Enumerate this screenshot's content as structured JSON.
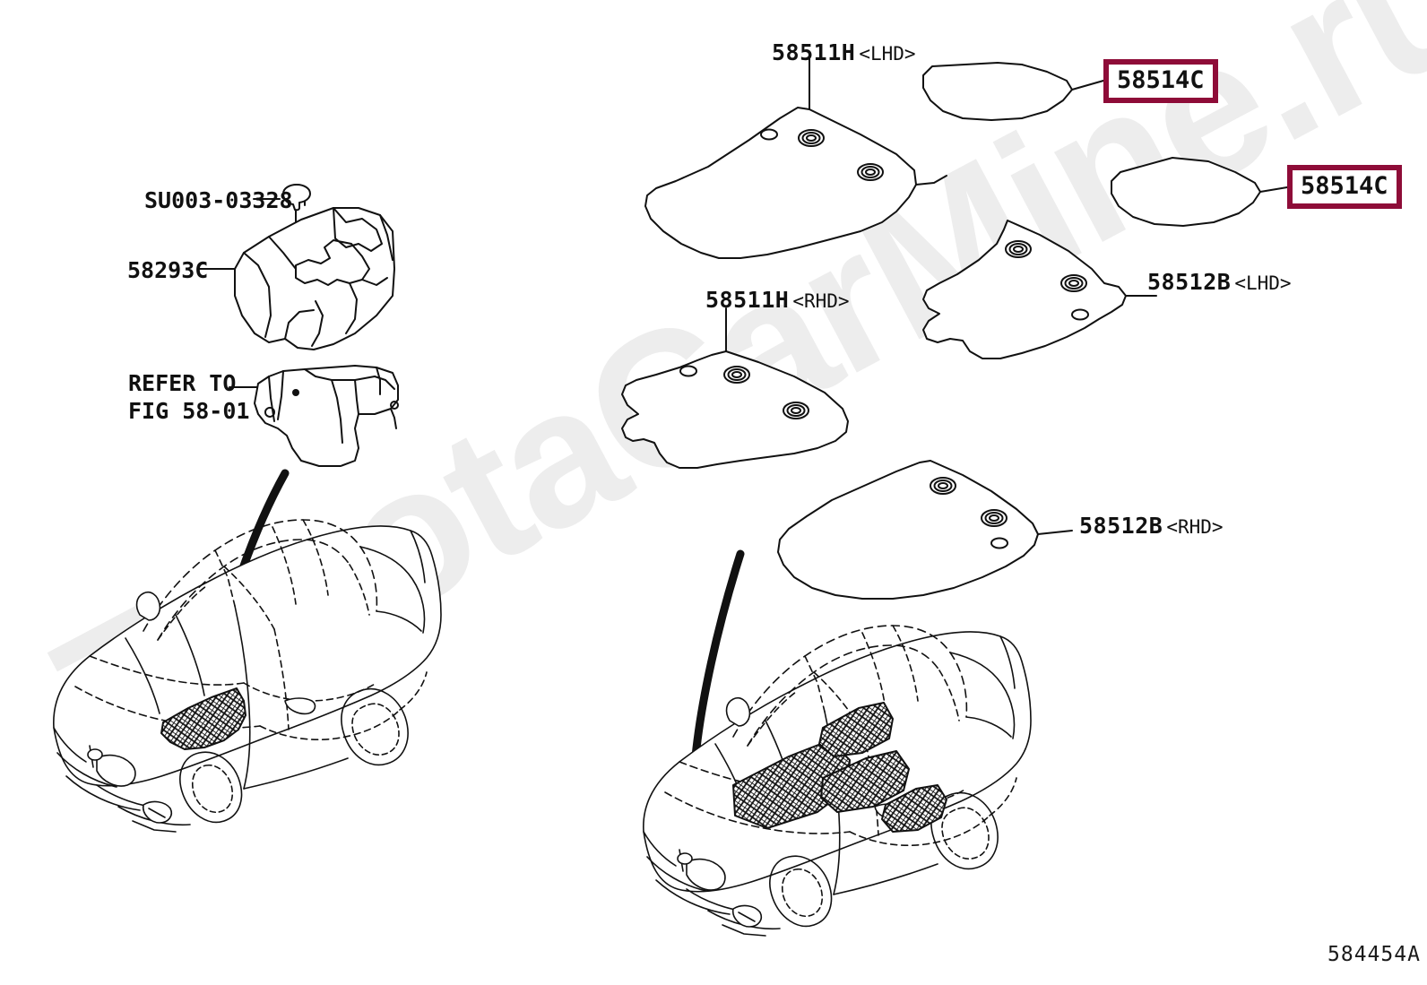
{
  "figure": {
    "id": "584454A",
    "watermark": "ToyotaCarMine.ru"
  },
  "labels": {
    "clip": {
      "code": "SU003-03328"
    },
    "console": {
      "code": "58293C"
    },
    "refer": {
      "line1": "REFER TO",
      "line2": "FIG 58-01"
    },
    "mat_front_lhd": {
      "code": "58511H",
      "hand": "<LHD>"
    },
    "mat_front_rhd": {
      "code": "58511H",
      "hand": "<RHD>"
    },
    "mat_rear_lhd": {
      "code": "58512B",
      "hand": "<LHD>"
    },
    "mat_rear_rhd": {
      "code": "58512B",
      "hand": "<RHD>"
    },
    "pad_top": {
      "code": "58514C"
    },
    "pad_bottom": {
      "code": "58514C"
    }
  },
  "highlight_color": "#8E0C38",
  "line_color": "#111111"
}
